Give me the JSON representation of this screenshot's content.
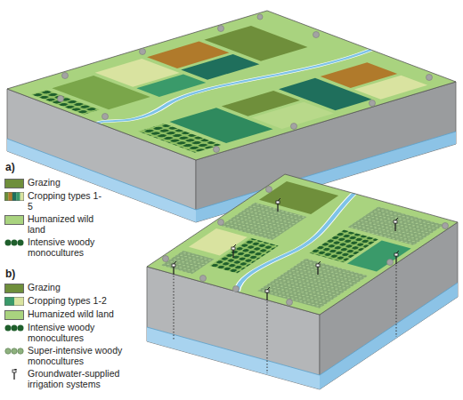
{
  "diagram": {
    "labels": [
      "a)",
      "b)"
    ],
    "legend": [
      {
        "text": "Grazing",
        "color": "#6f8f3b"
      },
      {
        "text": "Cropping types 1-5"
      },
      {
        "text": "Humanized wild land",
        "color": "#a9d37f"
      },
      {
        "text": "Intensive woody monocultures"
      },
      {
        "text": "Grazing",
        "color": "#6f8f3b"
      },
      {
        "text": "Cropping types 1-2"
      },
      {
        "text": "Humanized wild land",
        "color": "#a9d37f"
      },
      {
        "text": "Intensive woody monocultures"
      },
      {
        "text": "Super-intensive woody monocultures"
      },
      {
        "text": "Groundwater-supplied irrigation systems"
      }
    ]
  }
}
